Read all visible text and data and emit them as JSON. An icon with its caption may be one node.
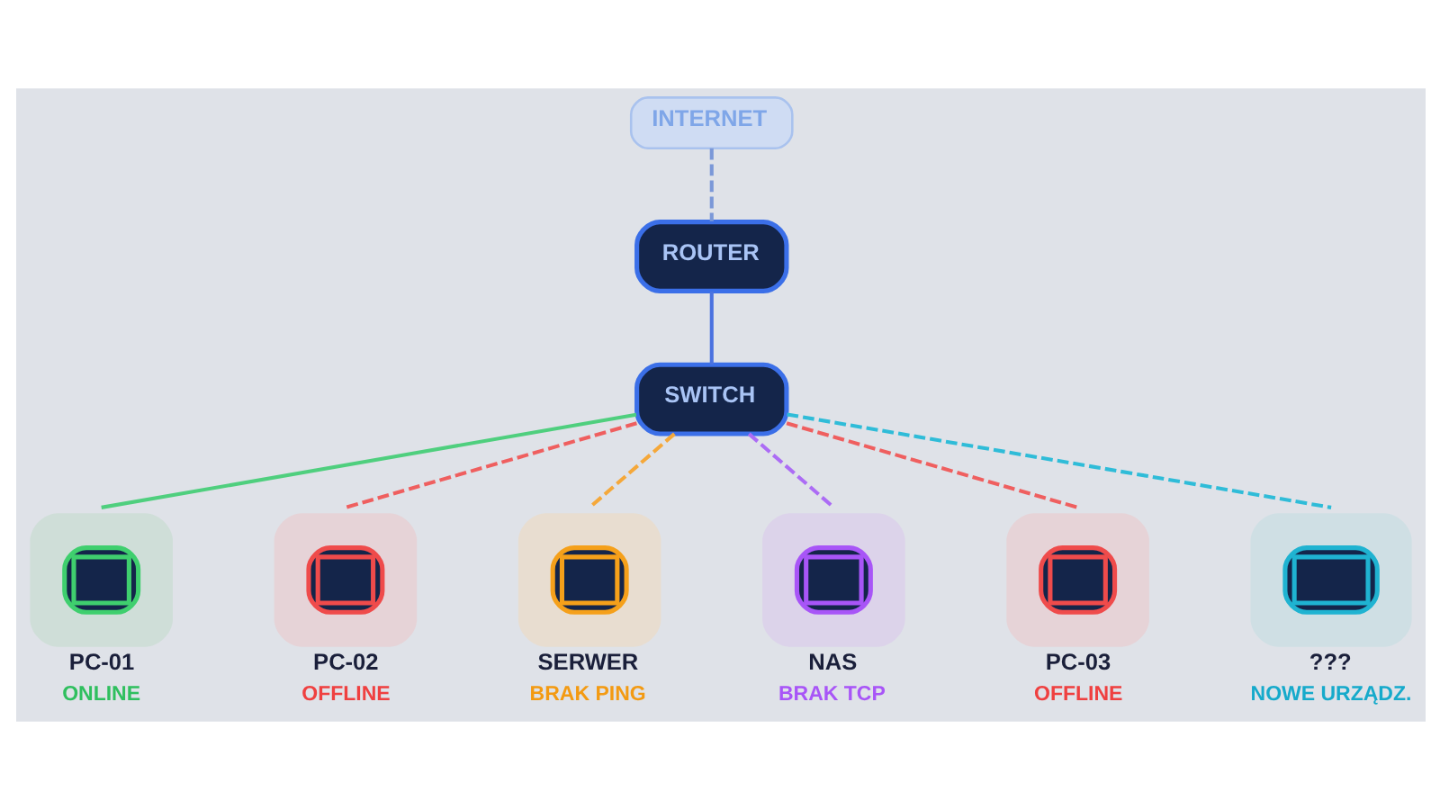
{
  "diagram": {
    "nodes": [
      {
        "text": [
          "INTERNET"
        ]
      },
      {
        "text": [
          "ROUTER"
        ]
      },
      {
        "text": [
          "SWITCH"
        ]
      },
      {
        "text": [
          "PC-01",
          "ONLINE"
        ]
      },
      {
        "text": [
          "PC-02",
          "OFFLINE"
        ]
      },
      {
        "text": [
          "SERWER",
          "BRAK PING"
        ]
      },
      {
        "text": [
          "NAS",
          "BRAK TCP"
        ]
      },
      {
        "text": [
          "PC-03",
          "OFFLINE"
        ]
      },
      {
        "text": [
          "???",
          "NOWE URZĄDZ."
        ]
      }
    ],
    "edges": [
      {
        "from": 0,
        "to": 1,
        "arrow": "none",
        "style": "dashed",
        "color": "#7b98d8"
      },
      {
        "from": 1,
        "to": 2,
        "arrow": "none",
        "color": "#4a72e0"
      },
      {
        "from": 2,
        "to": 3,
        "arrow": "none",
        "color": "#4fcf7e"
      },
      {
        "from": 2,
        "to": 4,
        "arrow": "none",
        "style": "dashed",
        "color": "#ef5f5f"
      },
      {
        "from": 2,
        "to": 5,
        "arrow": "none",
        "style": "dashed",
        "color": "#f5a83a"
      },
      {
        "from": 2,
        "to": 6,
        "arrow": "none",
        "style": "dashed",
        "color": "#ac6cf5"
      },
      {
        "from": 2,
        "to": 7,
        "arrow": "none",
        "style": "dashed",
        "color": "#ef5f5f"
      },
      {
        "from": 2,
        "to": 8,
        "arrow": "none",
        "style": "dashed",
        "color": "#2fbcd8"
      }
    ]
  }
}
